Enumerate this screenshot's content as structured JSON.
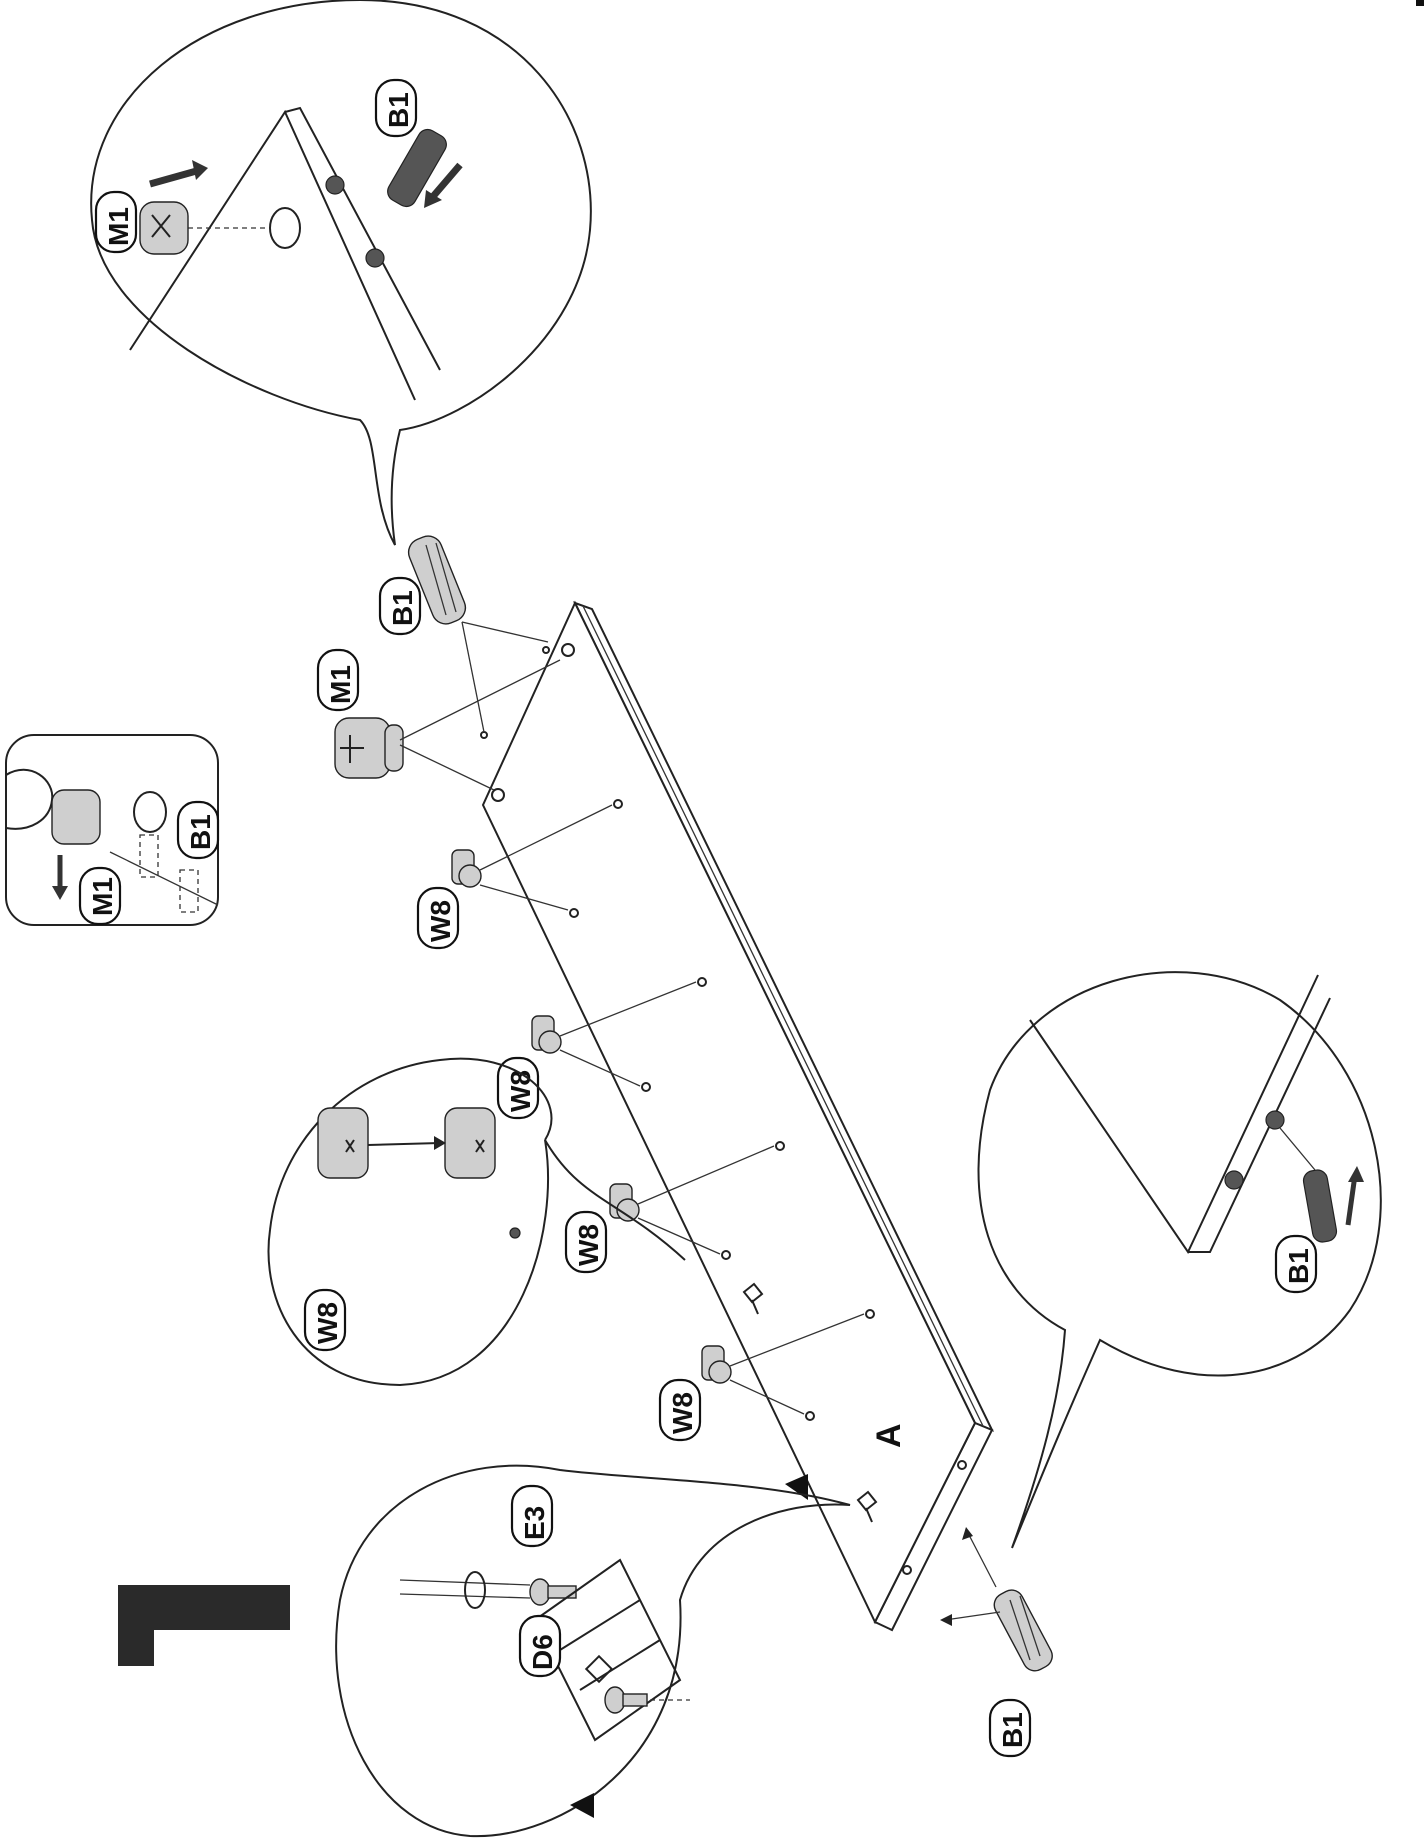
{
  "parts": {
    "cam_lock": "M1",
    "dowel": "B1",
    "shelf_support": "W8",
    "screw_e3": "E3",
    "hinge_plate_d6": "D6"
  },
  "panel_label": "A",
  "step_number": "1",
  "icons": [
    "cam-lock-icon",
    "wood-dowel-icon",
    "shelf-support-icon",
    "screw-icon",
    "hinge-plate-icon",
    "direction-arrow-icon",
    "orientation-triangle-icon",
    "hand-icon"
  ]
}
